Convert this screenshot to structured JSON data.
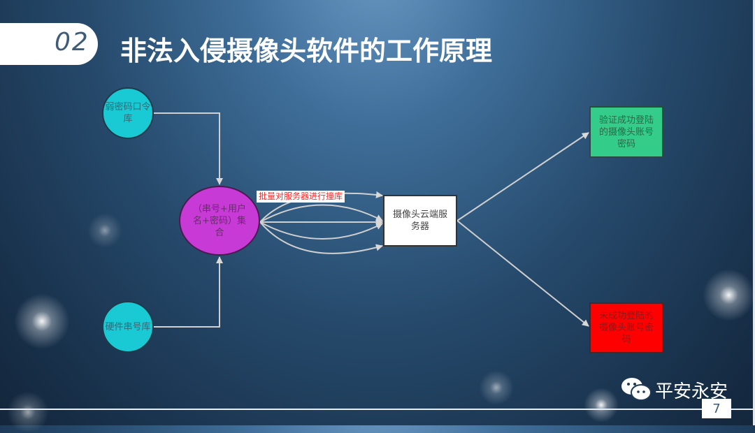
{
  "header": {
    "section_number": "02",
    "title": "非法入侵摄像头软件的工作原理"
  },
  "diagram": {
    "weak_password_db": "弱密码口令库",
    "hardware_serial_db": "硬件串号库",
    "credential_set": "（串号+用户名+密码）集合",
    "batch_label": "批量对服务器进行撞库",
    "cloud_server": "摄像头云端服务器",
    "success": "验证成功登陆的摄像头账号密码",
    "failure": "未成功登陆的摄像头账号密码"
  },
  "footer": {
    "brand": "平安永安",
    "page_number": "7"
  },
  "colors": {
    "cyan": "#19c9d3",
    "purple": "#c83ad6",
    "green": "#33cc88",
    "red": "#ff0000"
  }
}
